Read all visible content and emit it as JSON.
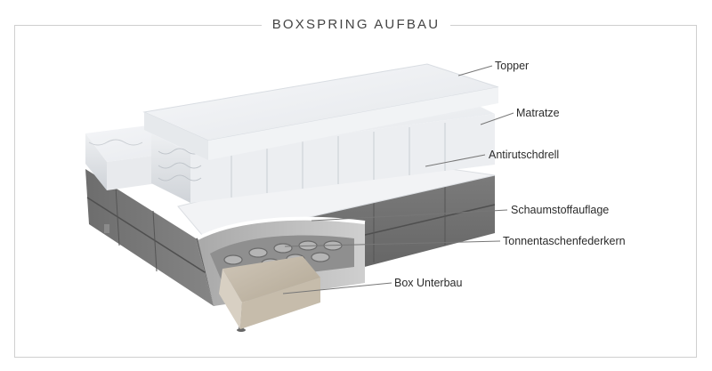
{
  "title": "BOXSPRING AUFBAU",
  "labels": [
    {
      "id": "topper",
      "text": "Topper"
    },
    {
      "id": "matratze",
      "text": "Matratze"
    },
    {
      "id": "antirutschdrell",
      "text": "Antirutschdrell"
    },
    {
      "id": "schaumstoffauflage",
      "text": "Schaumstoffauflage"
    },
    {
      "id": "tonnentaschenfederkern",
      "text": "Tonnentaschenfederkern"
    },
    {
      "id": "box-unterbau",
      "text": "Box Unterbau"
    }
  ]
}
